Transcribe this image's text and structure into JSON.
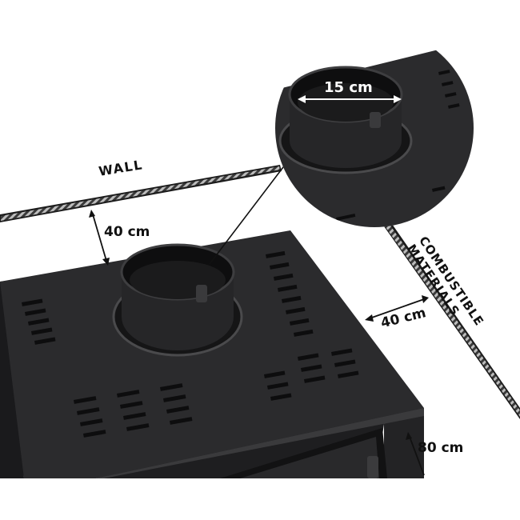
{
  "labels": {
    "wall": "WALL",
    "combustible_line1": "COMBUSTIBLE",
    "combustible_line2": "MATERIALS",
    "wall_distance": "40 cm",
    "side_distance": "40 cm",
    "front_distance": "80 cm",
    "flue_diameter": "15 cm"
  },
  "colors": {
    "stove_top": "#2b2b2d",
    "stove_front": "#1e1e20",
    "stove_side": "#232325",
    "vent_slot": "#0d0d0e",
    "flue_collar": "#262628",
    "rope_light": "#bdbdbd",
    "rope_dark": "#3a3a3a",
    "text": "#111111"
  }
}
